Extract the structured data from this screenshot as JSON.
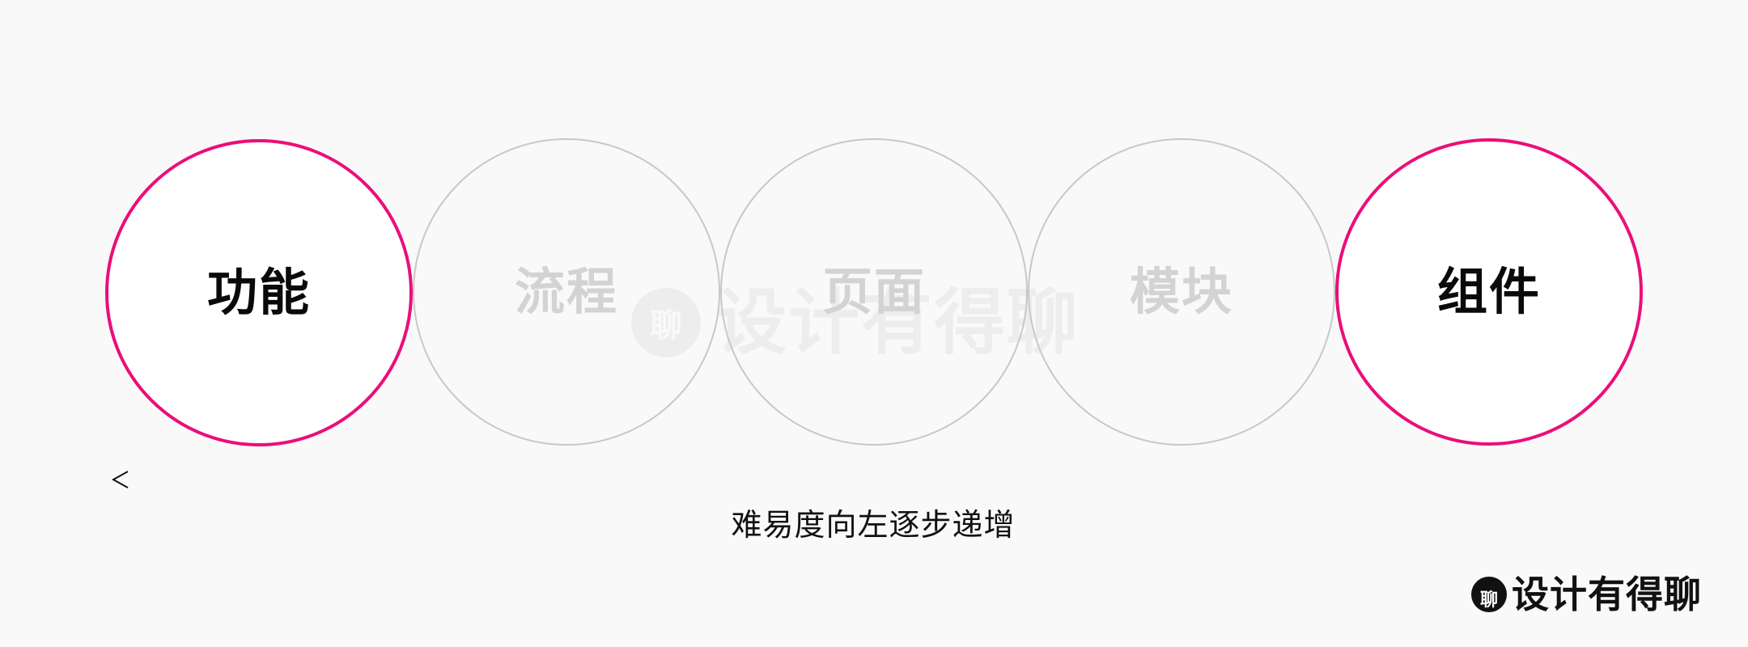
{
  "circles": [
    {
      "label": "功能",
      "state": "highlight"
    },
    {
      "label": "流程",
      "state": "dim"
    },
    {
      "label": "页面",
      "state": "dim"
    },
    {
      "label": "模块",
      "state": "dim"
    },
    {
      "label": "组件",
      "state": "highlight"
    }
  ],
  "caption": "难易度向左逐步递增",
  "watermark": {
    "badge": "聊",
    "text": "设计有得聊"
  },
  "brand": {
    "badge": "聊",
    "text": "设计有得聊"
  },
  "colors": {
    "accent": "#eb0e7a",
    "dim_border": "#c8c8c8",
    "dim_text": "#d3d3d3",
    "background": "#f9f9f9"
  },
  "icons": {
    "arrow": "arrow-left-icon"
  }
}
